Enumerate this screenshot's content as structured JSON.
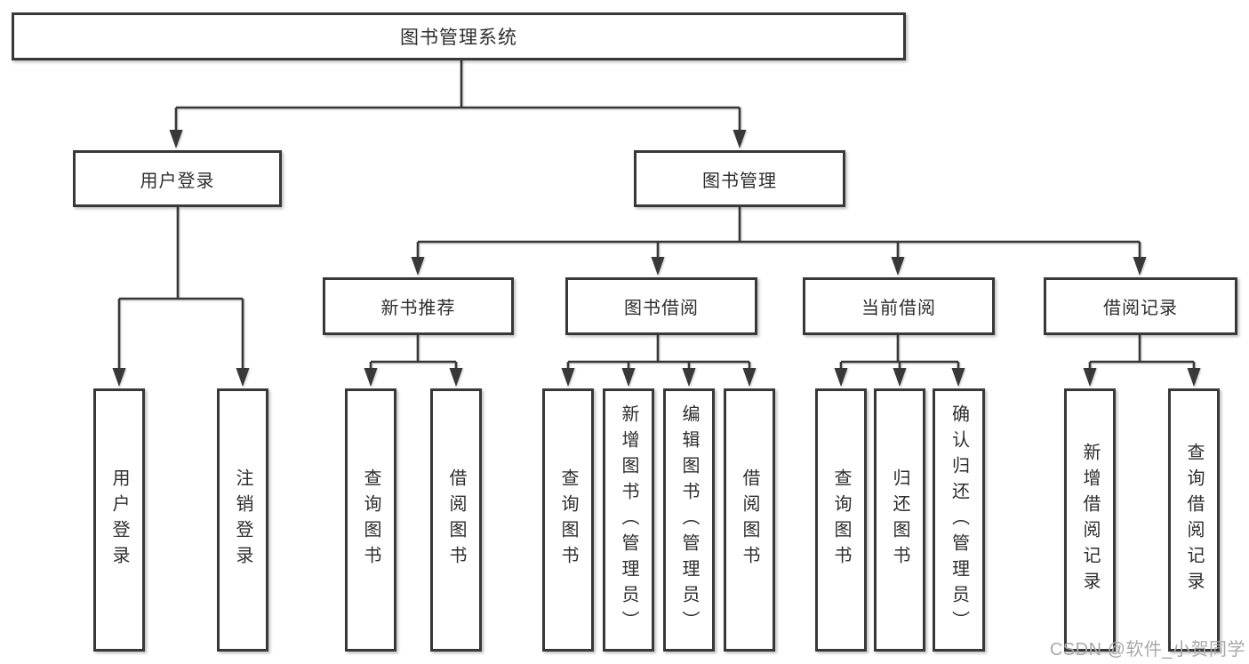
{
  "diagram": {
    "root": {
      "label": "图书管理系统"
    },
    "level2": [
      {
        "label": "用户登录",
        "parent": "图书管理系统"
      },
      {
        "label": "图书管理",
        "parent": "图书管理系统"
      }
    ],
    "level3": [
      {
        "label": "新书推荐",
        "parent": "图书管理"
      },
      {
        "label": "图书借阅",
        "parent": "图书管理"
      },
      {
        "label": "当前借阅",
        "parent": "图书管理"
      },
      {
        "label": "借阅记录",
        "parent": "图书管理"
      }
    ],
    "leaves": [
      {
        "label": "用户登录",
        "parent": "用户登录"
      },
      {
        "label": "注销登录",
        "parent": "用户登录"
      },
      {
        "label": "查询图书",
        "parent": "新书推荐"
      },
      {
        "label": "借阅图书",
        "parent": "新书推荐"
      },
      {
        "label": "查询图书",
        "parent": "图书借阅"
      },
      {
        "label": "新增图书（管理员）",
        "parent": "图书借阅"
      },
      {
        "label": "编辑图书（管理员）",
        "parent": "图书借阅"
      },
      {
        "label": "借阅图书",
        "parent": "图书借阅"
      },
      {
        "label": "查询图书",
        "parent": "当前借阅"
      },
      {
        "label": "归还图书",
        "parent": "当前借阅"
      },
      {
        "label": "确认归还（管理员）",
        "parent": "当前借阅"
      },
      {
        "label": "新增借阅记录",
        "parent": "借阅记录"
      },
      {
        "label": "查询借阅记录",
        "parent": "借阅记录"
      }
    ]
  },
  "watermark": {
    "text": "CSDN @软件_小贺同学"
  },
  "colors": {
    "line": "#383838",
    "box_border": "#383838",
    "text": "#2e2e2e",
    "watermark": "#a9a9a9",
    "background": "#ffffff"
  }
}
